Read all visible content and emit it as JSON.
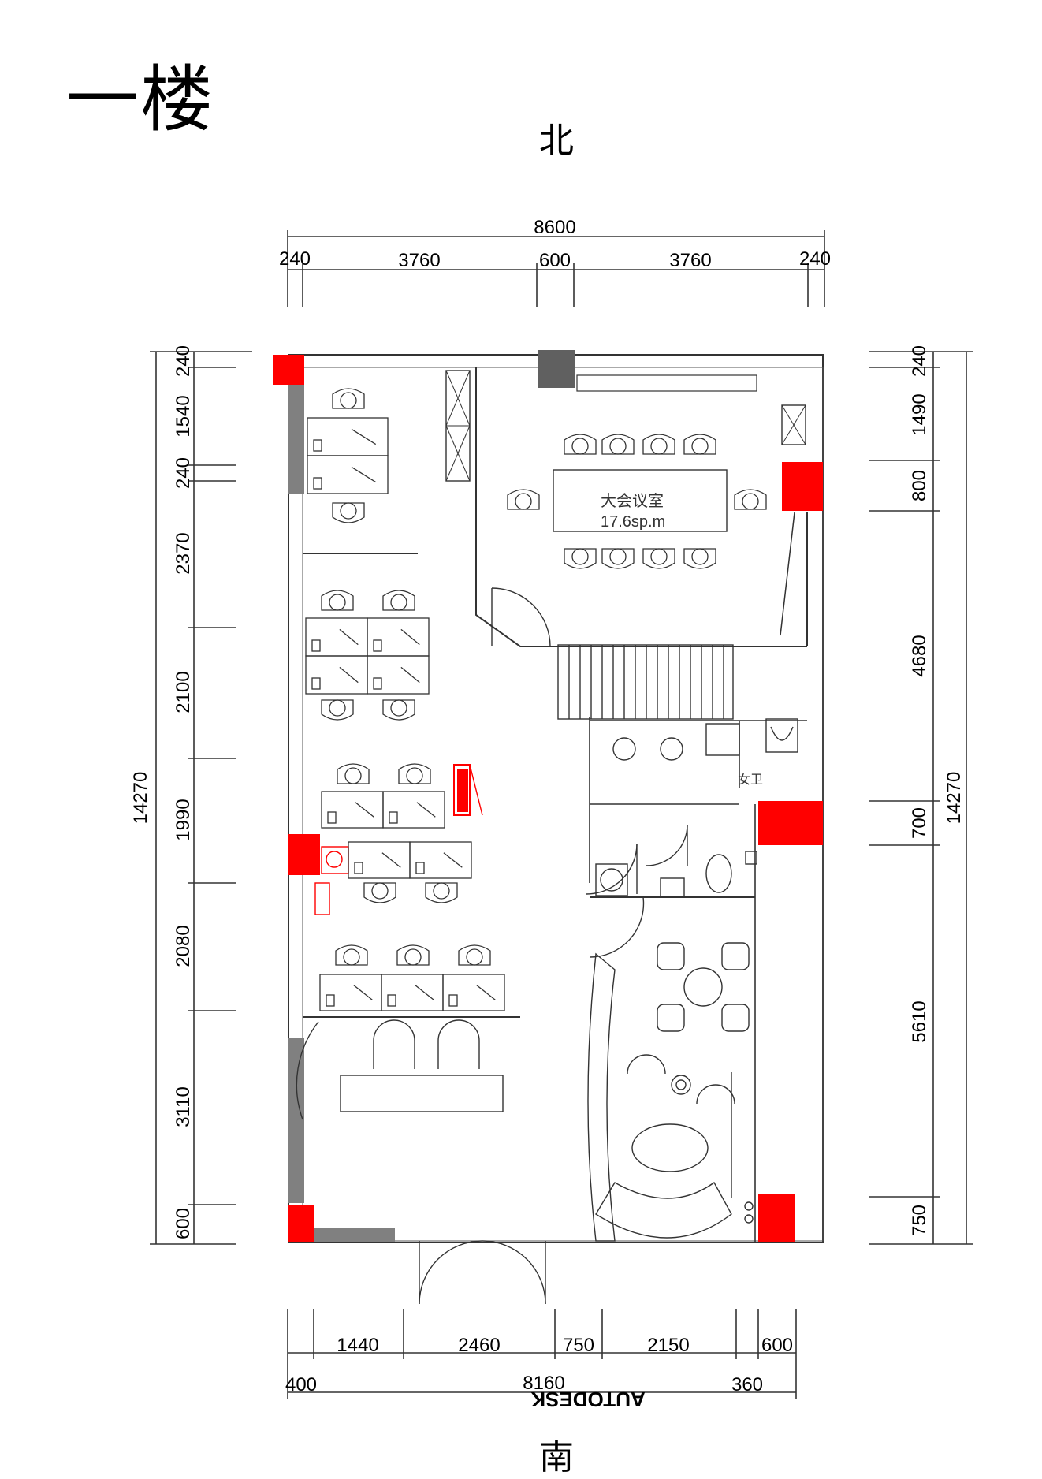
{
  "title": "一楼",
  "compass": {
    "north": "北",
    "south": "南"
  },
  "room_label": {
    "name": "大会议室",
    "area": "17.6sp.m"
  },
  "wc_label": "女卫",
  "watermark": "AUTODESK",
  "dimensions": {
    "top_total": "8600",
    "top_segments": [
      "240",
      "3760",
      "600",
      "3760",
      "240"
    ],
    "left_total": "14270",
    "left_segments": [
      "240",
      "1540",
      "240",
      "2370",
      "2100",
      "1990",
      "2080",
      "3110",
      "600"
    ],
    "right_total": "14270",
    "right_segments": [
      "240",
      "1490",
      "800",
      "4680",
      "700",
      "5610",
      "750"
    ],
    "bottom_segments": [
      "1440",
      "2460",
      "750",
      "2150",
      "600"
    ],
    "bottom_extra": [
      "400",
      "8160",
      "360"
    ]
  },
  "colors": {
    "column": "#ff0000",
    "wall": "#808080",
    "line": "#333333",
    "accent": "#00c8ff"
  }
}
